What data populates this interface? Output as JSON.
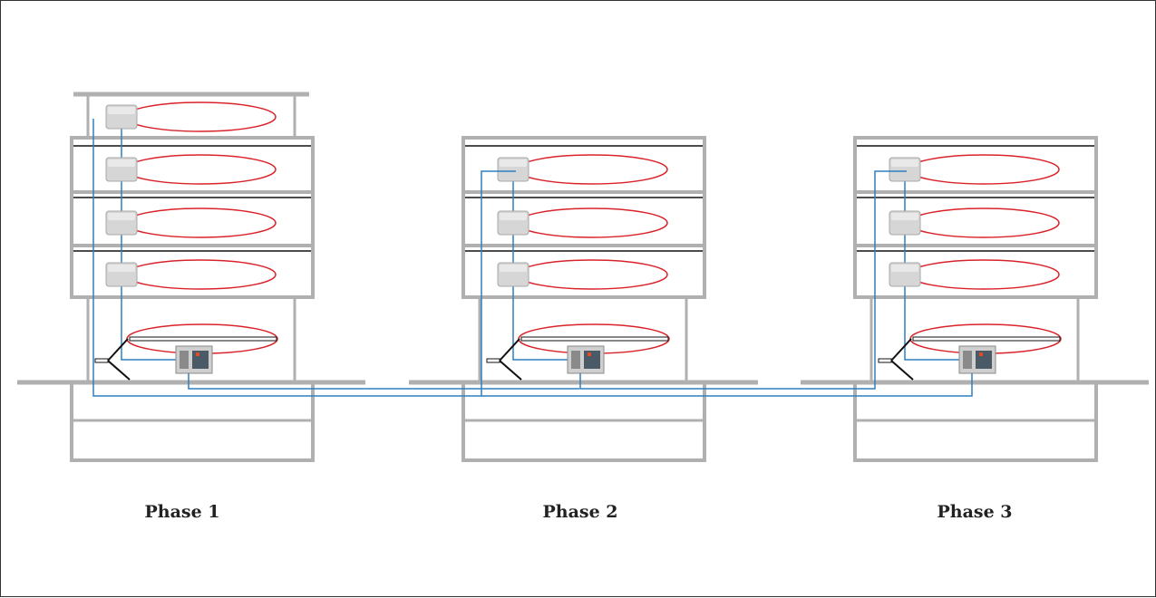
{
  "phases": [
    {
      "label": "Phase 1"
    },
    {
      "label": "Phase 2"
    },
    {
      "label": "Phase 3"
    }
  ],
  "colors": {
    "structure": "#b0b0b0",
    "cable": "#2f7fbf",
    "loop": "#d9232a",
    "device": "#d6d6d6",
    "line": "#111111"
  },
  "icons": {
    "floor_device": "detector-module-icon",
    "control_panel": "fire-control-panel-icon",
    "antenna": "antenna-icon",
    "loop": "detection-loop"
  }
}
